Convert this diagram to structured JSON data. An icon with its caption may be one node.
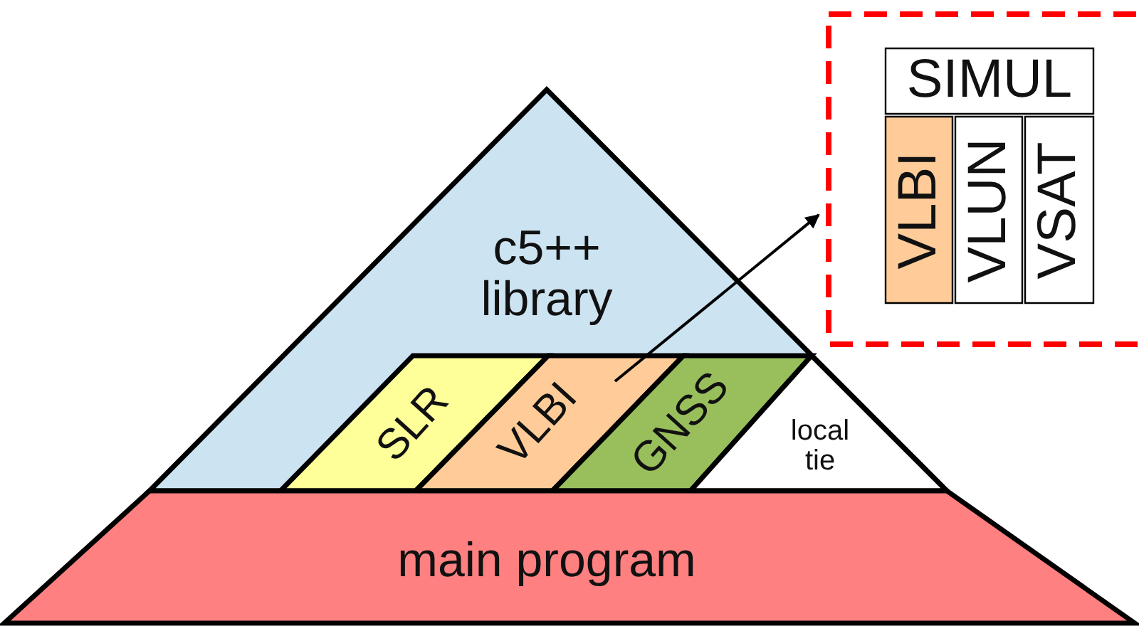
{
  "diagram": {
    "nodes": [
      {
        "text": [
          "c5++ library"
        ]
      },
      {
        "text": [
          "main program"
        ]
      },
      {
        "text": [
          "SLR"
        ],
        "in": 0
      },
      {
        "text": [
          "VLBI"
        ],
        "in": 0
      },
      {
        "text": [
          "GNSS"
        ],
        "in": 0
      },
      {
        "text": [
          "local tie"
        ],
        "in": 0
      },
      {
        "text": [],
        "shape": "box"
      },
      {
        "text": [
          "SIMUL"
        ],
        "in": 6
      },
      {
        "text": [
          "VLBI"
        ],
        "in": 6
      },
      {
        "text": [
          "VLUN"
        ],
        "in": 6
      },
      {
        "text": [
          "VSAT"
        ],
        "in": 6
      }
    ],
    "edges": [
      {
        "from": 3,
        "to": 6,
        "arrow": "to"
      }
    ]
  }
}
